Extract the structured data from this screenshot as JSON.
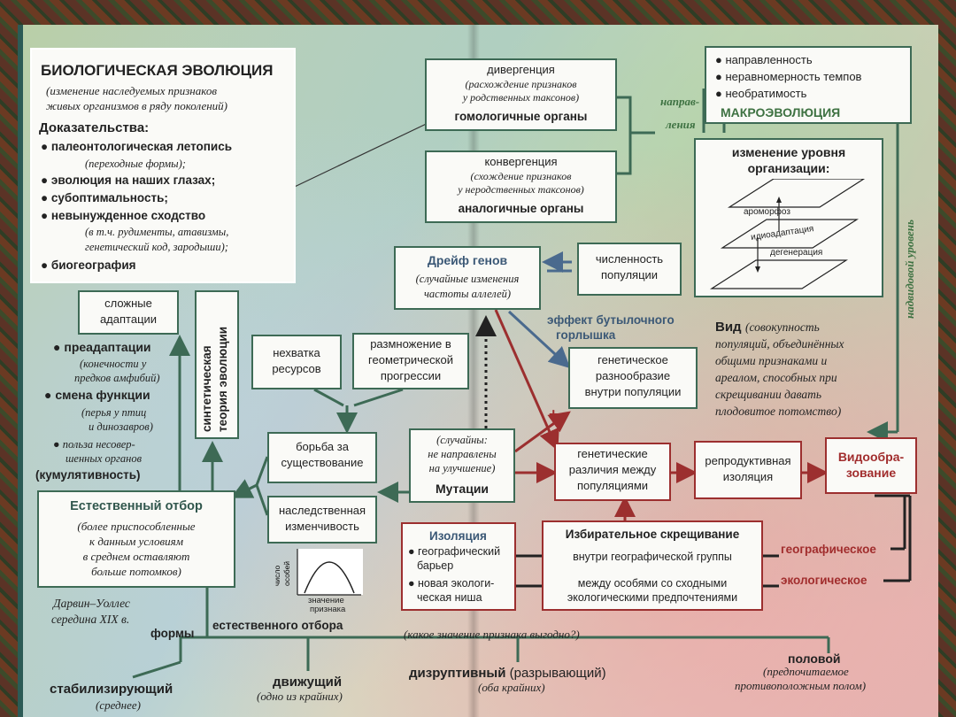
{
  "colors": {
    "green_border": "#3d6a55",
    "red_border": "#9c2f2f",
    "green_text": "#3e7242",
    "red_text": "#a12d2d",
    "blue_arrow": "#4a6a8e"
  },
  "evolution": {
    "title": "БИОЛОГИЧЕСКАЯ ЭВОЛЮЦИЯ",
    "definition_line1": "(изменение наследуемых признаков",
    "definition_line2": "живых организмов в ряду поколений)",
    "evidence_title": "Доказательства:",
    "evidence": [
      {
        "label": "палеонтологическая летопись",
        "note": "(переходные формы);"
      },
      {
        "label": "эволюция на наших глазах;",
        "note": ""
      },
      {
        "label": "субоптимальность;",
        "note": ""
      },
      {
        "label": "невынужденное сходство",
        "note1": "(в т.ч. рудименты, атавизмы,",
        "note2": "генетический код, зародыши);"
      },
      {
        "label": "биогеография",
        "note": ""
      }
    ]
  },
  "divergence": {
    "title": "дивергенция",
    "note1": "(расхождение признаков",
    "note2": "у родственных таксонов)",
    "organs": "гомологичные органы"
  },
  "convergence": {
    "title": "конвергенция",
    "note1": "(схождение признаков",
    "note2": "у неродственных таксонов)",
    "organs": "аналогичные органы"
  },
  "direction_label": {
    "part1": "направ-",
    "part2": "ления"
  },
  "macro": {
    "items": [
      "направленность",
      "неравномерность темпов",
      "необратимость"
    ],
    "title": "МАКРОЭВОЛЮЦИЯ"
  },
  "org_level": {
    "title1": "изменение уровня",
    "title2": "организации:",
    "aromorphosis": "ароморфоз",
    "idioadaptation": "идиоадаптация",
    "degeneration": "дегенерация"
  },
  "supraspecific": "надвидовой уровень",
  "drift": {
    "title": "Дрейф генов",
    "note1": "(случайные изменения",
    "note2": "частоты аллелей)"
  },
  "population_size": {
    "line1": "численность",
    "line2": "популяции"
  },
  "bottleneck": {
    "line1": "эффект бутылочного",
    "line2": "горлышка"
  },
  "genetic_diversity": {
    "line1": "генетическое",
    "line2": "разнообразие",
    "line3": "внутри популяции"
  },
  "species": {
    "title": "Вид",
    "def1": "(совокупность",
    "def2": "популяций, объединённых",
    "def3": "общими признаками и",
    "def4": "ареалом, способных при",
    "def5": "скрещивании давать",
    "def6": "плодовитое потомство)"
  },
  "complex_adaptations": {
    "line1": "сложные",
    "line2": "адаптации"
  },
  "synthetic_theory": {
    "line1": "синтетическая",
    "line2": "теория эволюции"
  },
  "preadaptations": {
    "title": "преадаптации",
    "note1": "(конечности у",
    "note2": "предков амфибий)",
    "function_change": "смена функции",
    "note3": "(перья у птиц",
    "note4": "и динозавров)",
    "imperfect1": "польза несовер-",
    "imperfect2": "шенных органов",
    "cumulative": "(кумулятивность)"
  },
  "shortage": {
    "line1": "нехватка",
    "line2": "ресурсов"
  },
  "reproduction": {
    "line1": "размножение в",
    "line2": "геометрической",
    "line3": "прогрессии"
  },
  "struggle": {
    "line1": "борьба за",
    "line2": "существование"
  },
  "heredity": {
    "line1": "наследственная",
    "line2": "изменчивость"
  },
  "mutations": {
    "note1": "(случайны:",
    "note2": "не направлены",
    "note3": "на улучшение)",
    "title": "Мутации"
  },
  "plus": "+",
  "genetic_differences": {
    "line1": "генетические",
    "line2": "различия между",
    "line3": "популяциями"
  },
  "reproductive_isolation": {
    "line1": "репродуктивная",
    "line2": "изоляция"
  },
  "speciation": {
    "line1": "Видообра-",
    "line2": "зование"
  },
  "natural_selection": {
    "title": "Естественный отбор",
    "note1": "(более приспособленные",
    "note2": "к данным условиям",
    "note3": "в среднем оставляют",
    "note4": "больше потомков)"
  },
  "graph": {
    "ylabel1": "число",
    "ylabel2": "особей",
    "xlabel1": "значение",
    "xlabel2": "признака"
  },
  "isolation": {
    "title": "Изоляция",
    "item1a": "географический",
    "item1b": "барьер",
    "item2a": "новая экологи-",
    "item2b": "ческая ниша"
  },
  "assortative": {
    "title": "Избирательное скрещивание",
    "within": "внутри географической группы",
    "between1": "между особями со сходными",
    "between2": "экологическими предпочтениями"
  },
  "geographic": "географическое",
  "ecological": "экологическое",
  "darwin": {
    "line1": "Дарвин–Уоллес",
    "line2": "середина XIX в."
  },
  "forms": {
    "word1": "формы",
    "word2": "естественного отбора",
    "question": "(какое значение признака выгодно?)"
  },
  "selection_types": [
    {
      "name": "стабилизирующий",
      "note": "(среднее)"
    },
    {
      "name": "движущий",
      "note": "(одно из крайних)"
    },
    {
      "name": "дизруптивный",
      "extra": "(разрывающий)",
      "note": "(оба крайних)"
    },
    {
      "name": "половой",
      "note1": "(предпочитаемое",
      "note2": "противоположным полом)"
    }
  ]
}
